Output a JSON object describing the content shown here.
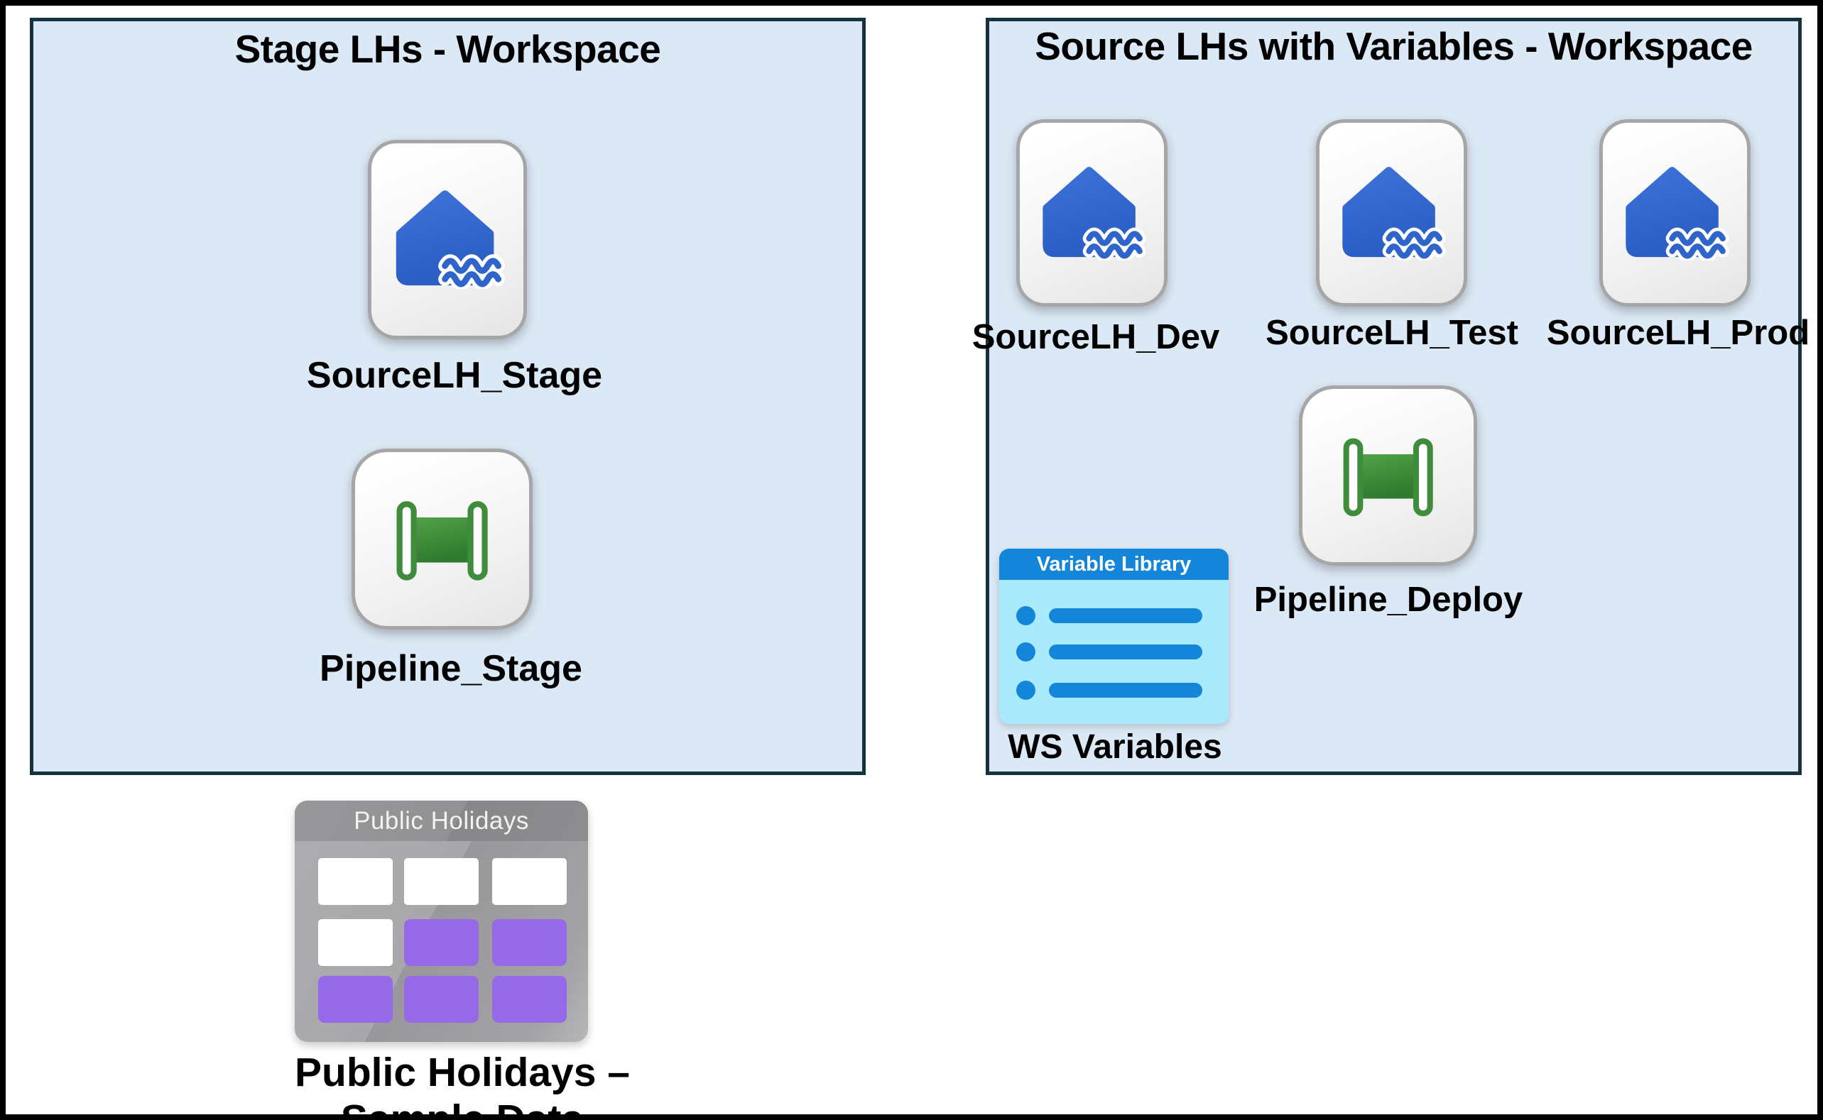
{
  "diagram": {
    "workspaces": [
      {
        "title": "Stage LHs - Workspace",
        "items": [
          {
            "type": "lakehouse",
            "icon": "lakehouse-icon",
            "label": "SourceLH_Stage"
          },
          {
            "type": "pipeline",
            "icon": "pipeline-icon",
            "label": "Pipeline_Stage"
          }
        ]
      },
      {
        "title": "Source LHs with Variables - Workspace",
        "items": [
          {
            "type": "lakehouse",
            "icon": "lakehouse-icon",
            "label": "SourceLH_Dev"
          },
          {
            "type": "lakehouse",
            "icon": "lakehouse-icon",
            "label": "SourceLH_Test"
          },
          {
            "type": "lakehouse",
            "icon": "lakehouse-icon",
            "label": "SourceLH_Prod"
          },
          {
            "type": "pipeline",
            "icon": "pipeline-icon",
            "label": "Pipeline_Deploy"
          },
          {
            "type": "variable-library",
            "icon": "variable-library-icon",
            "header": "Variable Library",
            "label": "WS Variables"
          }
        ]
      }
    ],
    "standalone": {
      "type": "sample-table",
      "icon": "table-icon",
      "header": "Public Holidays",
      "label": "Public Holidays – Sample Data"
    }
  },
  "colors": {
    "workspace_fill": "#dbe8f5",
    "workspace_border": "#16323f",
    "frame_border": "#000000",
    "lakehouse_blue": "#2f64cb",
    "pipeline_green": "#3f8c3c",
    "variable_library_blue": "#1486da",
    "variable_library_body": "#a9eafc",
    "table_gray": "#a2a2a4",
    "table_purple": "#9669e8",
    "label_text": "#000000"
  }
}
